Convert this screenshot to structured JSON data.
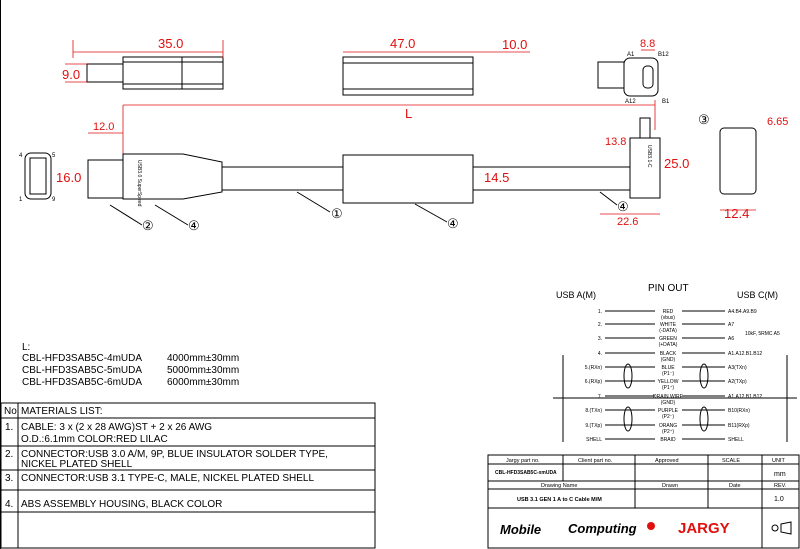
{
  "dimensions": {
    "d35": "35.0",
    "d9": "9.0",
    "d47": "47.0",
    "d10": "10.0",
    "d88": "8.8",
    "L": "L",
    "d12": "12.0",
    "d16": "16.0",
    "d145": "14.5",
    "d138": "13.8",
    "d25": "25.0",
    "d226": "22.6",
    "d665": "6.65",
    "d124": "12.4"
  },
  "pin_labels": {
    "a1": "A1",
    "b12": "B12",
    "a12": "A12",
    "b1": "B1",
    "p4": "4",
    "p5": "5",
    "p1": "1",
    "p9": "9"
  },
  "callouts": {
    "c1": "①",
    "c2": "②",
    "c3": "③",
    "c4": "④"
  },
  "connector_print": {
    "a": "USB3.0 SuperSpeed",
    "c": "USB3.1-C"
  },
  "variants": {
    "label": "L:",
    "rows": [
      {
        "part": "CBL-HFD3SAB5C-4mUDA",
        "length": "4000mm±30mm"
      },
      {
        "part": "CBL-HFD3SAB5C-5mUDA",
        "length": "5000mm±30mm"
      },
      {
        "part": "CBL-HFD3SAB5C-6mUDA",
        "length": "6000mm±30mm"
      }
    ]
  },
  "materials": {
    "no_header": "No",
    "title": "MATERIALS LIST:",
    "items": [
      {
        "no": "1.",
        "lines": [
          "CABLE: 3 x (2 x 28 AWG)ST + 2 x 26 AWG",
          "O.D.:6.1mm COLOR:RED LILAC"
        ]
      },
      {
        "no": "2.",
        "lines": [
          "CONNECTOR:USB 3.0 A/M, 9P, BLUE INSULATOR SOLDER TYPE,",
          "NICKEL PLATED SHELL"
        ]
      },
      {
        "no": "3.",
        "lines": [
          "CONNECTOR:USB 3.1 TYPE-C, MALE, NICKEL PLATED SHELL"
        ]
      },
      {
        "no": "4.",
        "lines": [
          "ABS ASSEMBLY HOUSING, BLACK COLOR"
        ]
      }
    ]
  },
  "pinout": {
    "title": "PIN OUT",
    "left_header": "USB A(M)",
    "right_header": "USB C(M)",
    "cc_note": "10kF, 5RMC A5",
    "rows": [
      {
        "a": "1.",
        "wire": "RED",
        "sub": "(vbus)",
        "c": "A4.B4.A9.B9"
      },
      {
        "a": "2.",
        "wire": "WHITE",
        "sub": "(-DATA)",
        "c": "A7"
      },
      {
        "a": "3.",
        "wire": "GREEN",
        "sub": "(+DATA)",
        "c": "A6"
      },
      {
        "a": "4.",
        "wire": "BLACK",
        "sub": "(GND)",
        "c": "A1.A12.B1.B12"
      },
      {
        "a": "5.(RXn)",
        "wire": "BLUE",
        "sub": "(P1⁻)",
        "c": "A3(TXn)"
      },
      {
        "a": "6.(RXp)",
        "wire": "YELLOW",
        "sub": "(P1⁺)",
        "c": "A2(TXp)"
      },
      {
        "a": "7.",
        "wire": "DRAIN WIRE",
        "sub": "(GND)",
        "c": "A1.A12.B1.B12"
      },
      {
        "a": "8.(TXn)",
        "wire": "PURPLE",
        "sub": "(P2⁻)",
        "c": "B10(RXn)"
      },
      {
        "a": "9.(TXp)",
        "wire": "ORANG",
        "sub": "(P2⁺)",
        "c": "B11(RXp)"
      },
      {
        "a": "SHELL",
        "wire": "BRAID",
        "sub": "",
        "c": "SHELL"
      }
    ]
  },
  "title_block": {
    "jargy_part_label": "Jargy part no.",
    "client_part_label": "Client part no.",
    "approved_label": "Approved",
    "scale_label": "SCALE",
    "unit_label": "UNIT",
    "jargy_part": "CBL-HFD3SAB5C-xmUDA",
    "unit": "mm",
    "drawing_name_label": "Drawing Name",
    "drawn_label": "Drawn",
    "date_label": "Date",
    "rev_label": "REV.",
    "drawing_name": "USB 3.1 GEN 1 A to C Cable M/M",
    "rev": "1.0",
    "logo_mobile": "Mobile",
    "logo_computing": "Computing",
    "logo_jargy": "JARGY"
  }
}
